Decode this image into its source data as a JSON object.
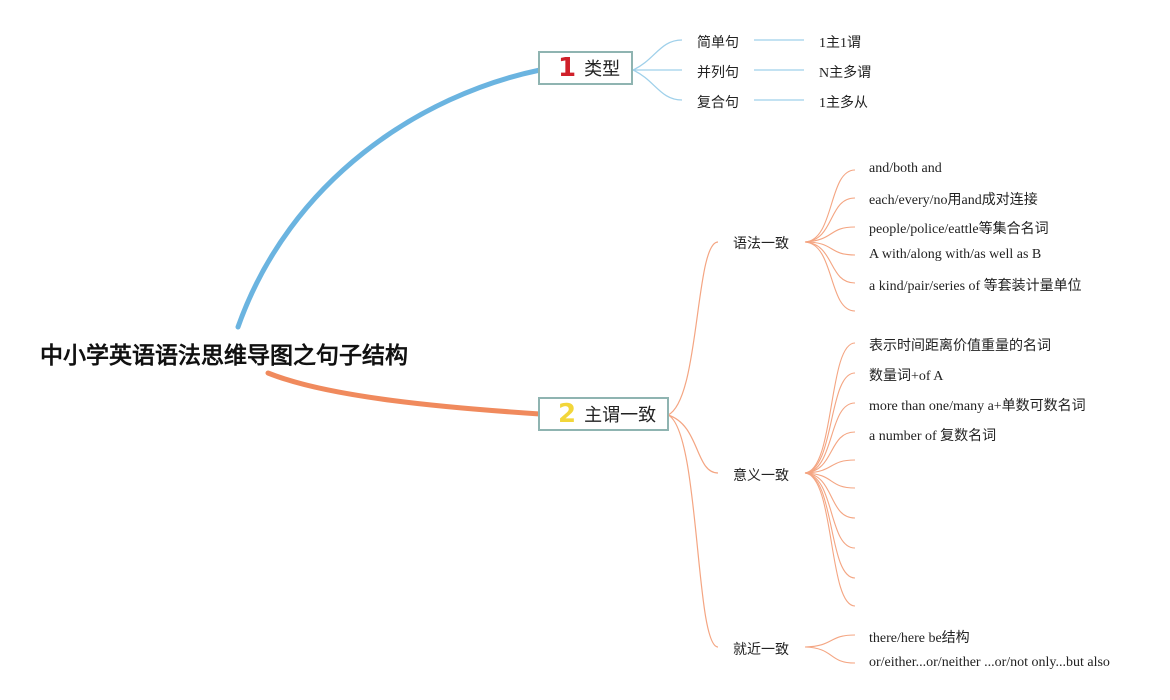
{
  "title": "中小学英语语法思维导图之句子结构",
  "colors": {
    "branch1": "#6bb4e0",
    "branch2": "#f08a5d",
    "num1": "#d0202a",
    "num2": "#f2d63a",
    "box_border": "#8fb4b1"
  },
  "branch1": {
    "number": "1",
    "label": "类型",
    "items": [
      {
        "label": "简单句",
        "detail": "1主1谓"
      },
      {
        "label": "并列句",
        "detail": "N主多谓"
      },
      {
        "label": "复合句",
        "detail": "1主多从"
      }
    ]
  },
  "branch2": {
    "number": "2",
    "label": "主谓一致",
    "groups": [
      {
        "label": "语法一致",
        "items": [
          "and/both and",
          "each/every/no用and成对连接",
          "people/police/eattle等集合名词",
          "A with/along with/as well as B",
          "a kind/pair/series of 等套装计量单位"
        ]
      },
      {
        "label": "意义一致",
        "items": [
          "表示时间距离价值重量的名词",
          "数量词+of A",
          "more than one/many a+单数可数名词",
          "a number of 复数名词"
        ]
      },
      {
        "label": "就近一致",
        "items": [
          "there/here be结构",
          "or/either...or/neither ...or/not only...but also"
        ]
      }
    ]
  }
}
